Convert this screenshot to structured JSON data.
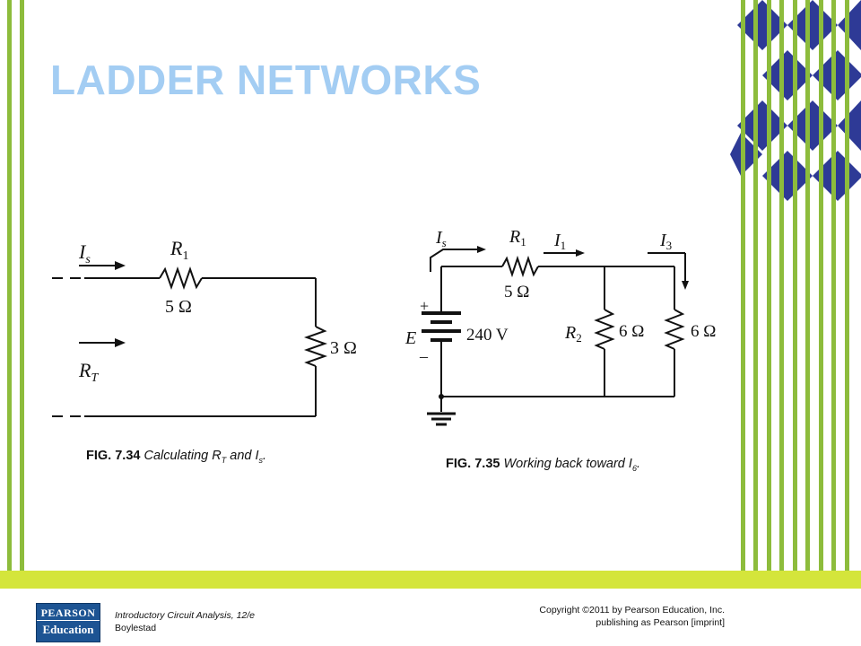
{
  "slide": {
    "title": "LADDER NETWORKS"
  },
  "figures": [
    {
      "number": "FIG. 7.34",
      "caption": "Calculating R",
      "caption_sub1": "T",
      "caption_mid": " and I",
      "caption_sub2": "s",
      "caption_end": ".",
      "labels": {
        "current_source": "I",
        "current_source_sub": "s",
        "resistor_r1": "R",
        "resistor_r1_sub": "1",
        "r1_value": "5 Ω",
        "total_resistance": "R",
        "total_resistance_sub": "T",
        "load_value": "3 Ω"
      }
    },
    {
      "number": "FIG. 7.35",
      "caption": "Working back toward I",
      "caption_sub1": "6",
      "caption_end": ".",
      "labels": {
        "current_source": "I",
        "current_source_sub": "s",
        "resistor_r1": "R",
        "resistor_r1_sub": "1",
        "r1_value": "5 Ω",
        "current_i1": "I",
        "current_i1_sub": "1",
        "current_i3": "I",
        "current_i3_sub": "3",
        "source_label": "E",
        "source_plus": "+",
        "source_minus": "–",
        "source_value": "240 V",
        "resistor_r2": "R",
        "resistor_r2_sub": "2",
        "r2_value": "6 Ω",
        "r3_value": "6 Ω"
      }
    }
  ],
  "footer": {
    "logo_line1": "PEARSON",
    "logo_line2": "Education",
    "book_title": "Introductory Circuit Analysis, 12/e",
    "book_author": "Boylestad",
    "copyright_line1": "Copyright ©2011 by Pearson Education, Inc.",
    "copyright_line2": "publishing as Pearson [imprint]"
  },
  "colors": {
    "title": "#a3cdf3",
    "stripe_green": "#8dbc3c",
    "diamond_blue": "#2e3a96",
    "band_yellow": "#d4e53b",
    "logo_blue": "#1d5493"
  }
}
